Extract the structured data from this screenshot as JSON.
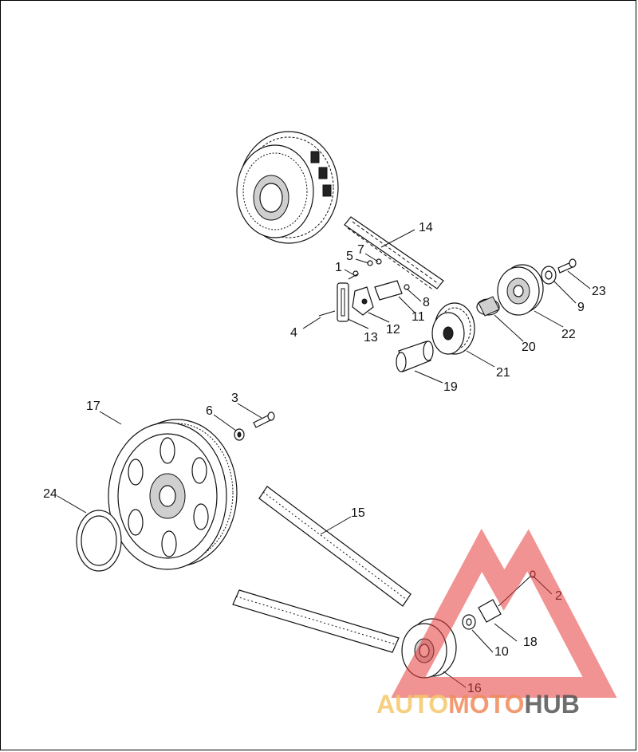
{
  "callouts": [
    {
      "id": "1",
      "text": "1"
    },
    {
      "id": "2",
      "text": "2"
    },
    {
      "id": "3",
      "text": "3"
    },
    {
      "id": "4",
      "text": "4"
    },
    {
      "id": "5",
      "text": "5"
    },
    {
      "id": "6",
      "text": "6"
    },
    {
      "id": "7",
      "text": "7"
    },
    {
      "id": "8",
      "text": "8"
    },
    {
      "id": "9",
      "text": "9"
    },
    {
      "id": "10",
      "text": "10"
    },
    {
      "id": "11",
      "text": "11"
    },
    {
      "id": "12",
      "text": "12"
    },
    {
      "id": "13",
      "text": "13"
    },
    {
      "id": "14",
      "text": "14"
    },
    {
      "id": "15",
      "text": "15"
    },
    {
      "id": "16",
      "text": "16"
    },
    {
      "id": "17",
      "text": "17"
    },
    {
      "id": "18",
      "text": "18"
    },
    {
      "id": "19",
      "text": "19"
    },
    {
      "id": "20",
      "text": "20"
    },
    {
      "id": "21",
      "text": "21"
    },
    {
      "id": "22",
      "text": "22"
    },
    {
      "id": "23",
      "text": "23"
    },
    {
      "id": "24",
      "text": "24"
    }
  ],
  "watermark": {
    "auto": "AUTO",
    "moto": "MOTO",
    "hub": "HUB",
    "color_auto": "#f5c76a",
    "color_moto": "#f08a5a",
    "color_hub": "#555555",
    "triangle_color": "#e63a3a"
  }
}
